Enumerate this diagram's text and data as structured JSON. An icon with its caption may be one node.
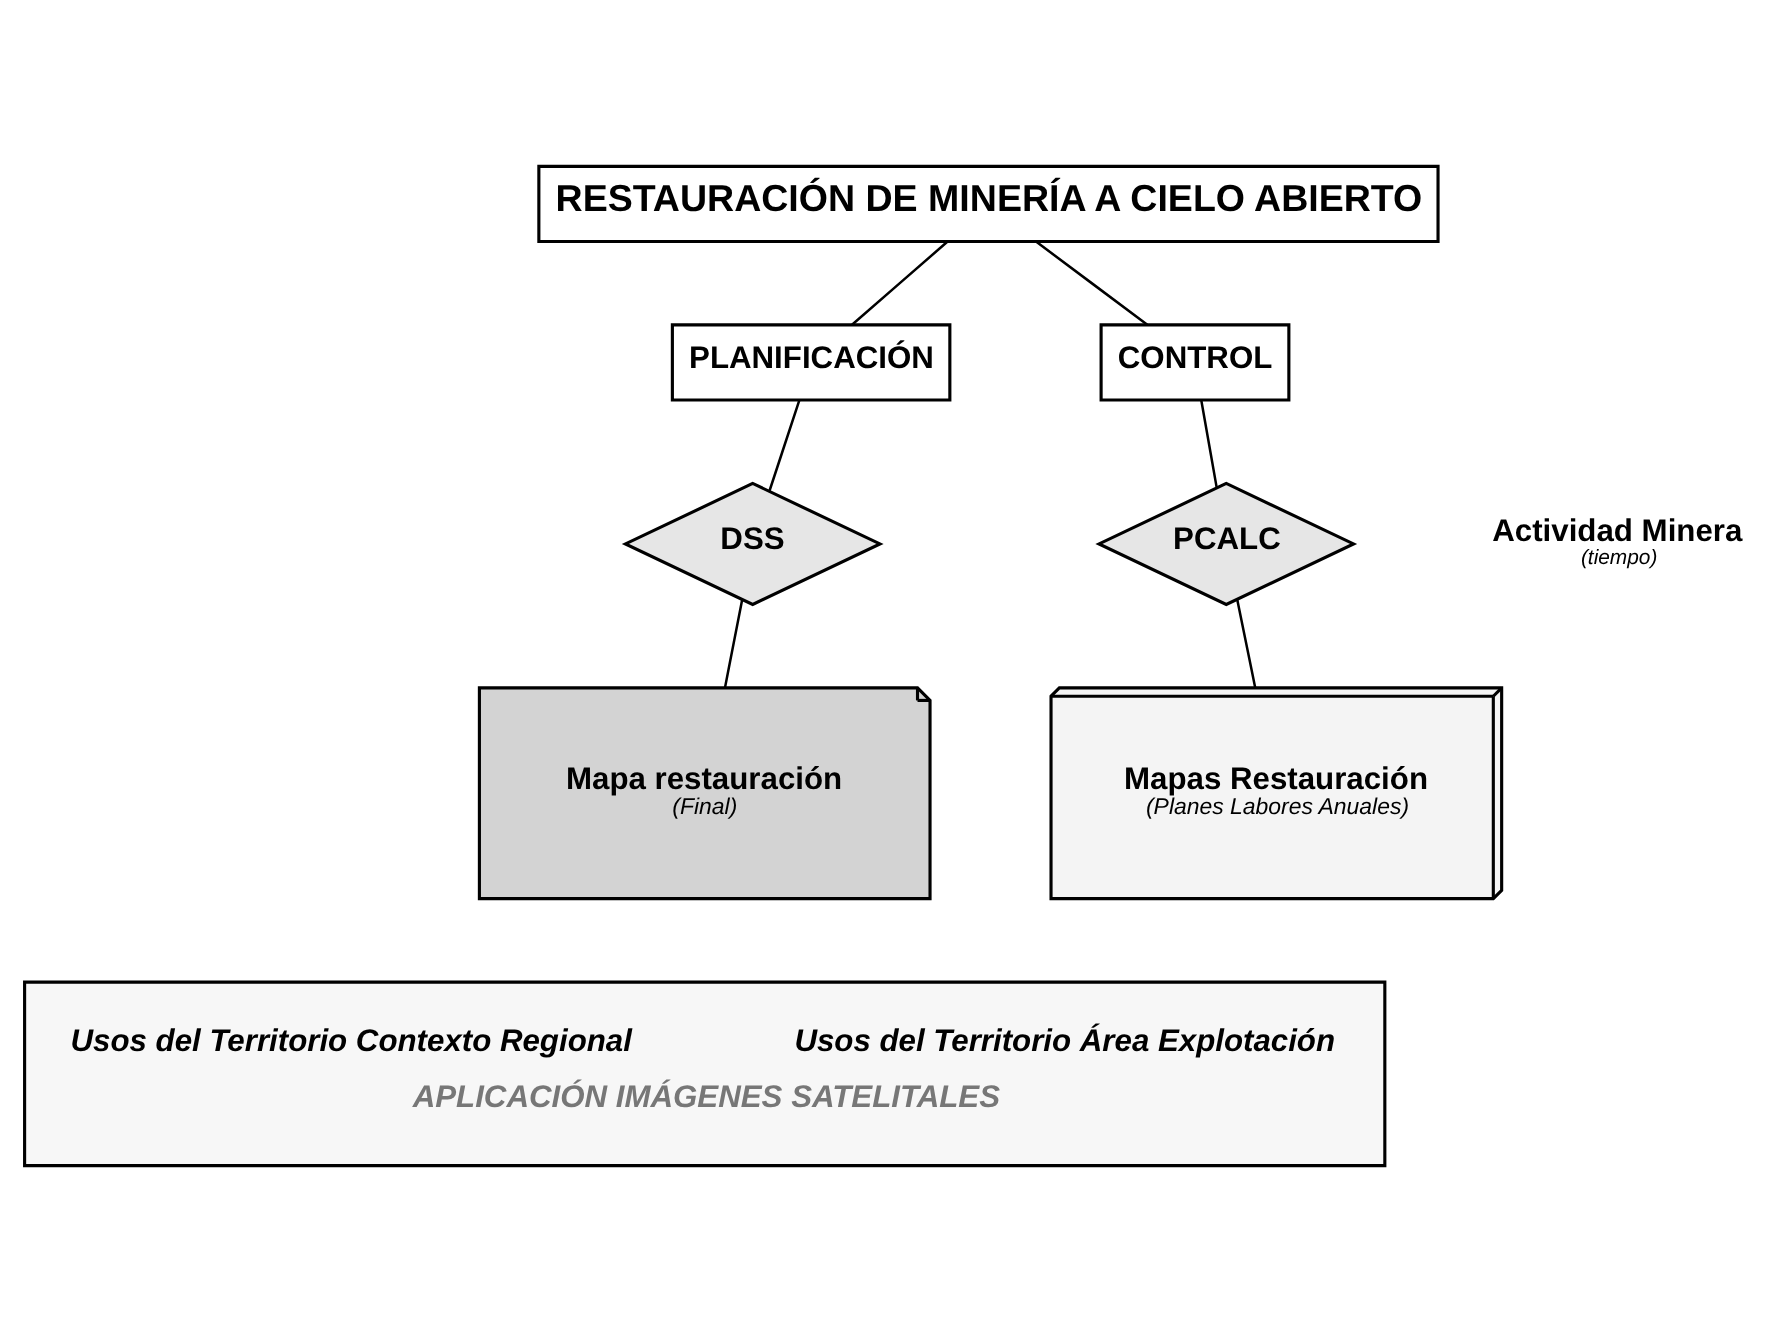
{
  "diagram": {
    "nodes": [
      {
        "text": [
          "RESTAURACIÓN DE MINERÍA A CIELO ABIERTO"
        ]
      },
      {
        "text": [
          "PLANIFICACIÓN"
        ]
      },
      {
        "text": [
          "CONTROL"
        ]
      },
      {
        "text": [
          "DSS"
        ]
      },
      {
        "text": [
          "PCALC"
        ]
      },
      {
        "text": [
          "Mapa restauración",
          "(Final)"
        ]
      },
      {
        "text": [
          "Mapas Restauración",
          "(Planes Labores Anuales)"
        ]
      },
      {
        "text": [
          "Usos del Territorio Contexto Regional",
          "Usos del Territorio Área Explotación",
          "APLICACIÓN IMÁGENES SATELITALES"
        ]
      }
    ],
    "edges": [
      {
        "from": 0,
        "to": 1,
        "arrow": "none"
      },
      {
        "from": 0,
        "to": 2,
        "arrow": "none"
      },
      {
        "from": 1,
        "to": 3,
        "arrow": "none"
      },
      {
        "from": 2,
        "to": 4,
        "arrow": "none"
      },
      {
        "from": 3,
        "to": 5,
        "arrow": "none"
      },
      {
        "from": 4,
        "to": 6,
        "arrow": "none"
      }
    ],
    "labels": [
      "Actividad Minera",
      "(tiempo)"
    ]
  }
}
